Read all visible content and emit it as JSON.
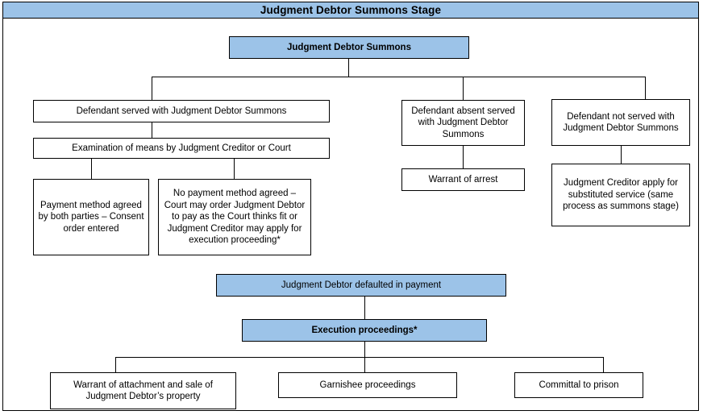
{
  "page": {
    "title": "Judgment Debtor Summons Stage",
    "accent_color": "#9cc3e8",
    "border_color": "#000000",
    "background_color": "#ffffff"
  },
  "nodes": {
    "root": "Judgment Debtor Summons",
    "served": "Defendant served with Judgment Debtor Summons",
    "examination": "Examination of means by Judgment Creditor or Court",
    "payment_agreed": "Payment method agreed by both parties – Consent order entered",
    "no_payment_agreed": "No payment method agreed – Court may order Judgment Debtor to pay as the Court thinks fit or Judgment Creditor may apply for execution proceeding*",
    "absent_served": "Defendant absent served with Judgment Debtor Summons",
    "warrant_arrest": "Warrant of arrest",
    "not_served": "Defendant not served with Judgment Debtor Summons",
    "substituted_service": "Judgment Creditor apply for substituted service (same process as summons stage)",
    "defaulted": "Judgment Debtor defaulted in payment",
    "execution": "Execution proceedings*",
    "warrant_attachment": "Warrant of attachment and sale of Judgment Debtor’s property",
    "garnishee": "Garnishee proceedings",
    "committal": "Committal to prison"
  }
}
